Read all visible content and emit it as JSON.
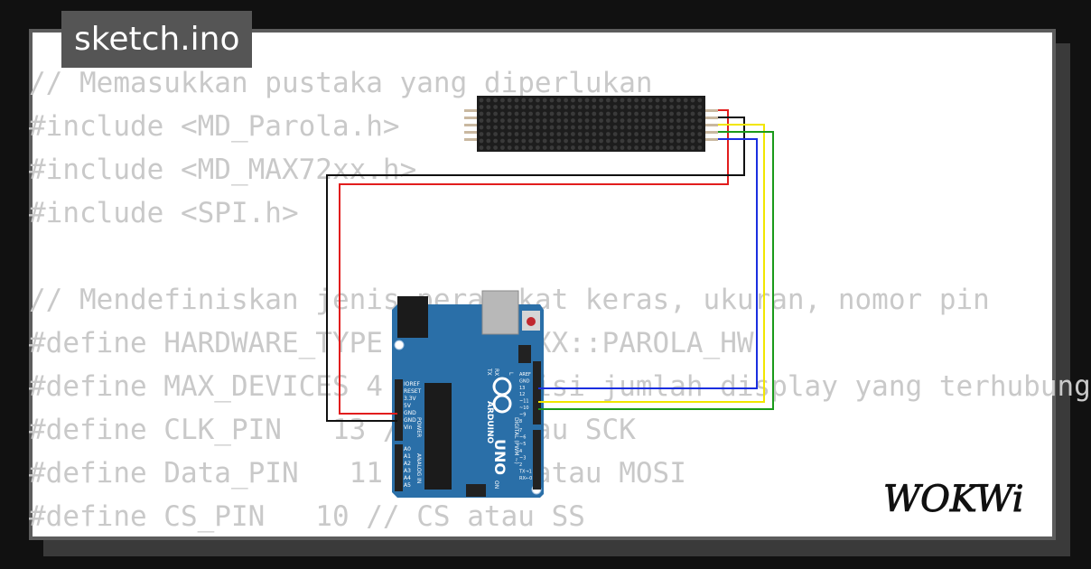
{
  "title": "sketch.ino",
  "code_lines": [
    "// Memasukkan pustaka yang diperlukan",
    "#include <MD_Parola.h>",
    "#include <MD_MAX72xx.h>",
    "#include <SPI.h>",
    "",
    "// Mendefiniskan jenis perangkat keras, ukuran, nomor pin",
    "#define HARDWARE_TYPE MD_MAX72XX::PAROLA_HW",
    "#define MAX_DEVICES 4 // Definisi jumlah display yang terhubung",
    "#define CLK_PIN   13 // CLK atau SCK",
    "#define Data_PIN   11 // Data atau MOSI",
    "#define CS_PIN   10 // CS atau SS"
  ],
  "board": {
    "name": "UNO",
    "brand": "ARDUINO",
    "power_pins": [
      "IOREF",
      "RESET",
      "3.3V",
      "5V",
      "GND",
      "GND",
      "Vin"
    ],
    "power_label": "POWER",
    "analog_pins": [
      "A0",
      "A1",
      "A2",
      "A3",
      "A4",
      "A5"
    ],
    "analog_label": "ANALOG IN",
    "digital_top": [
      "AREF",
      "GND",
      "13",
      "12",
      "~11",
      "~10",
      "~9",
      "8"
    ],
    "digital_bottom": [
      "7",
      "~6",
      "~5",
      "4",
      "~3",
      "2",
      "TX→1",
      "RX←0"
    ],
    "digital_label": "DIGITAL (PWM ~)",
    "tx_label": "TX",
    "rx_label": "RX",
    "l_label": "L",
    "on_label": "ON"
  },
  "logo": "WOKWi",
  "colors": {
    "background": "#111111",
    "card": "#ffffff",
    "code_text": "#c9c9c9",
    "board": "#2a6fa8",
    "matrix": "#1d1d1d",
    "wire_red": "#e11d1d",
    "wire_black": "#111111",
    "wire_yellow": "#f2e600",
    "wire_green": "#1a9a1a",
    "wire_blue": "#1a2fe0"
  }
}
